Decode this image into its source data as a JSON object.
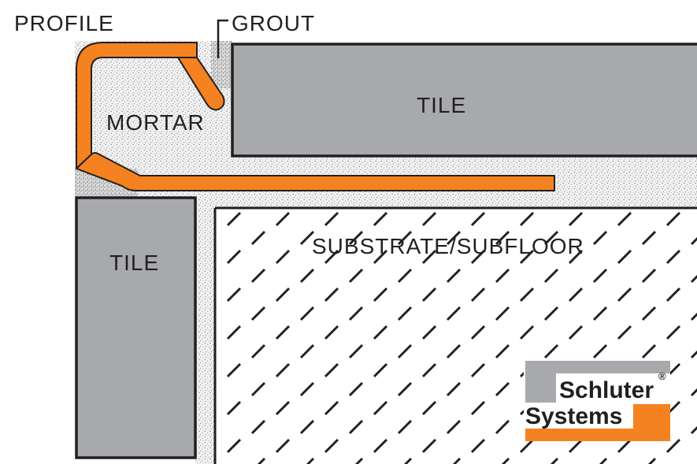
{
  "labels": {
    "profile": "PROFILE",
    "grout": "GROUT",
    "mortar": "MORTAR",
    "tile_top": "TILE",
    "tile_left": "TILE",
    "substrate": "SUBSTRATE/SUBFLOOR"
  },
  "logo": {
    "line1": "Schluter",
    "line2": "Systems",
    "registered": "®"
  },
  "colors": {
    "tile": "#a7a9ac",
    "outline": "#231f20",
    "profile_orange": "#f58220",
    "mortar_bg": "#ededed",
    "logo_gray": "#a7a9ac"
  }
}
